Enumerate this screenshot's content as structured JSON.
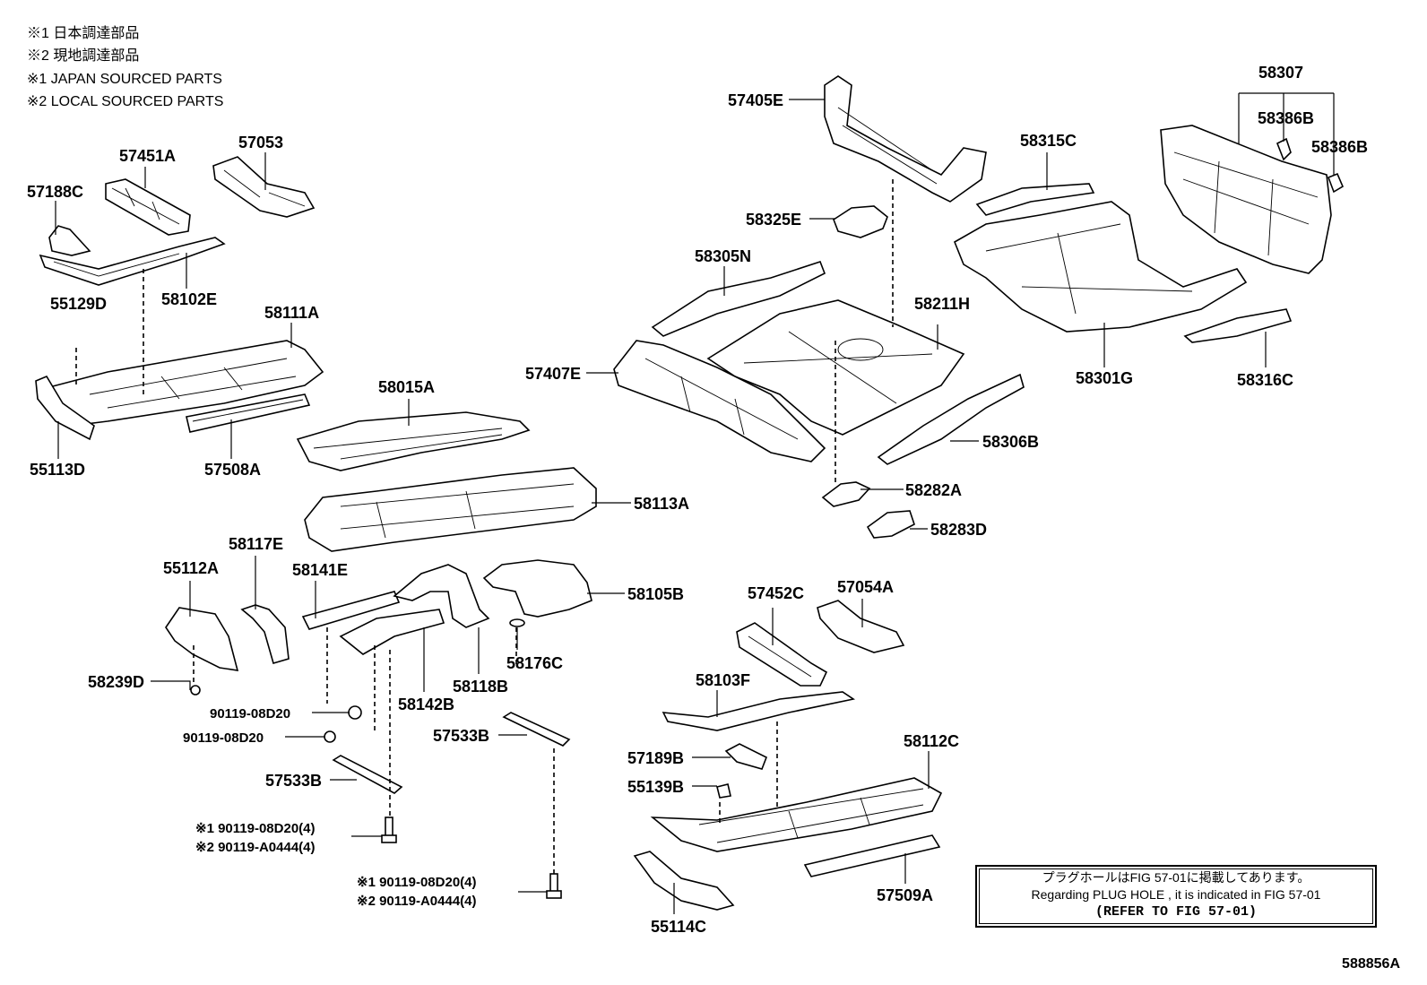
{
  "notes": [
    "※1 日本調達部品",
    "※2 現地調達部品",
    "※1 JAPAN SOURCED PARTS",
    "※2 LOCAL SOURCED PARTS"
  ],
  "parts": {
    "p57188C": "57188C",
    "p57451A": "57451A",
    "p57053": "57053",
    "p58102E": "58102E",
    "p55129D": "55129D",
    "p58111A": "58111A",
    "p55113D": "55113D",
    "p57508A": "57508A",
    "p58015A": "58015A",
    "p58113A": "58113A",
    "p55112A": "55112A",
    "p58117E": "58117E",
    "p58141E": "58141E",
    "p58105B": "58105B",
    "p58239D": "58239D",
    "p58142B": "58142B",
    "p58118B": "58118B",
    "p58176C": "58176C",
    "p57533B_right": "57533B",
    "p57533B_left": "57533B",
    "p57405E": "57405E",
    "p58325E": "58325E",
    "p58305N": "58305N",
    "p58211H": "58211H",
    "p57407E": "57407E",
    "p58306B": "58306B",
    "p58282A": "58282A",
    "p58283D": "58283D",
    "p58315C": "58315C",
    "p58307": "58307",
    "p58386B_a": "58386B",
    "p58386B_b": "58386B",
    "p58301G": "58301G",
    "p58316C": "58316C",
    "p57452C": "57452C",
    "p57054A": "57054A",
    "p58103F": "58103F",
    "p57189B": "57189B",
    "p55139B": "55139B",
    "p58112C": "58112C",
    "p57509A": "57509A",
    "p55114C": "55114C"
  },
  "fasteners": {
    "bolt_a": "90119-08D20",
    "bolt_b": "90119-08D20",
    "left_set_1": "※1 90119-08D20(4)",
    "left_set_2": "※2 90119-A0444(4)",
    "right_set_1": "※1  90119-08D20(4)",
    "right_set_2": "※2  90119-A0444(4)"
  },
  "reference_box": {
    "line1": "プラグホールはFIG 57-01に掲載してあります。",
    "line2": "Regarding  PLUG  HOLE , it is indicated in FIG  57-01",
    "line3": "(REFER TO FIG 57-01)"
  },
  "illustration_id": "588856A"
}
